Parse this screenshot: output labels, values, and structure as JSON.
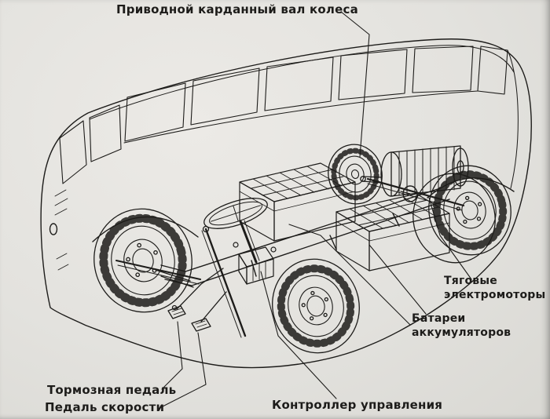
{
  "diagram": {
    "subject": "cutaway-isometric-drawing-of-electric-bus-chassis",
    "labels": {
      "drive_shaft": "Приводной карданный вал колеса",
      "traction_motors_line1": "Тяговые",
      "traction_motors_line2": "электромоторы",
      "batteries_line1": "Батареи",
      "batteries_line2": "аккумуляторов",
      "controller": "Контроллер управления",
      "brake_pedal": "Тормозная педаль",
      "speed_pedal": "Педаль скорости"
    },
    "colors": {
      "ink": "#1d1c1a",
      "paper": "#e3e2de"
    }
  }
}
